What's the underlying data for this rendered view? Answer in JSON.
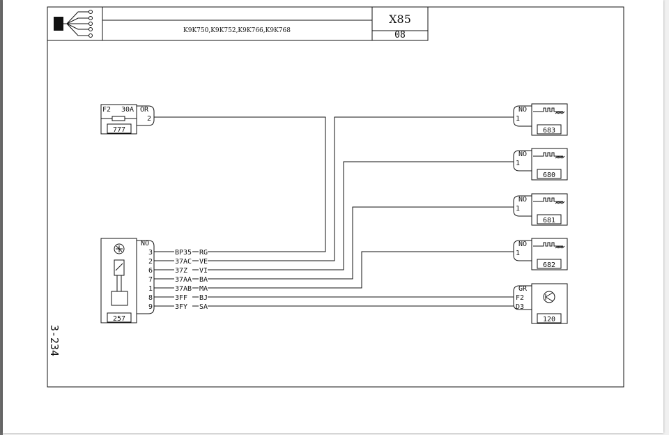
{
  "header": {
    "models": "K9K750,K9K752,K9K766,K9K768",
    "code": "X85",
    "sub": "08"
  },
  "page_ref": "3-234",
  "components": {
    "fuse": {
      "id": "777",
      "fuse_name": "F2",
      "rating": "30A",
      "wire_color": "OR",
      "pin": "2"
    },
    "switch": {
      "id": "257",
      "conn_color": "NO"
    },
    "heaters": [
      {
        "id": "683",
        "conn_color": "NO",
        "pin": "1"
      },
      {
        "id": "680",
        "conn_color": "NO",
        "pin": "1"
      },
      {
        "id": "681",
        "conn_color": "NO",
        "pin": "1"
      },
      {
        "id": "682",
        "conn_color": "NO",
        "pin": "1"
      }
    ],
    "ecu": {
      "id": "120",
      "conn_color": "GR",
      "pins": [
        "F2",
        "D3"
      ]
    }
  },
  "wires": [
    {
      "pin": "3",
      "wire": "BP35",
      "color": "RG"
    },
    {
      "pin": "2",
      "wire": "37AC",
      "color": "VE"
    },
    {
      "pin": "6",
      "wire": "37Z",
      "color": "VI"
    },
    {
      "pin": "7",
      "wire": "37AA",
      "color": "BA"
    },
    {
      "pin": "1",
      "wire": "37AB",
      "color": "MA"
    },
    {
      "pin": "8",
      "wire": "3FF",
      "color": "BJ"
    },
    {
      "pin": "9",
      "wire": "3FY",
      "color": "SA"
    }
  ]
}
